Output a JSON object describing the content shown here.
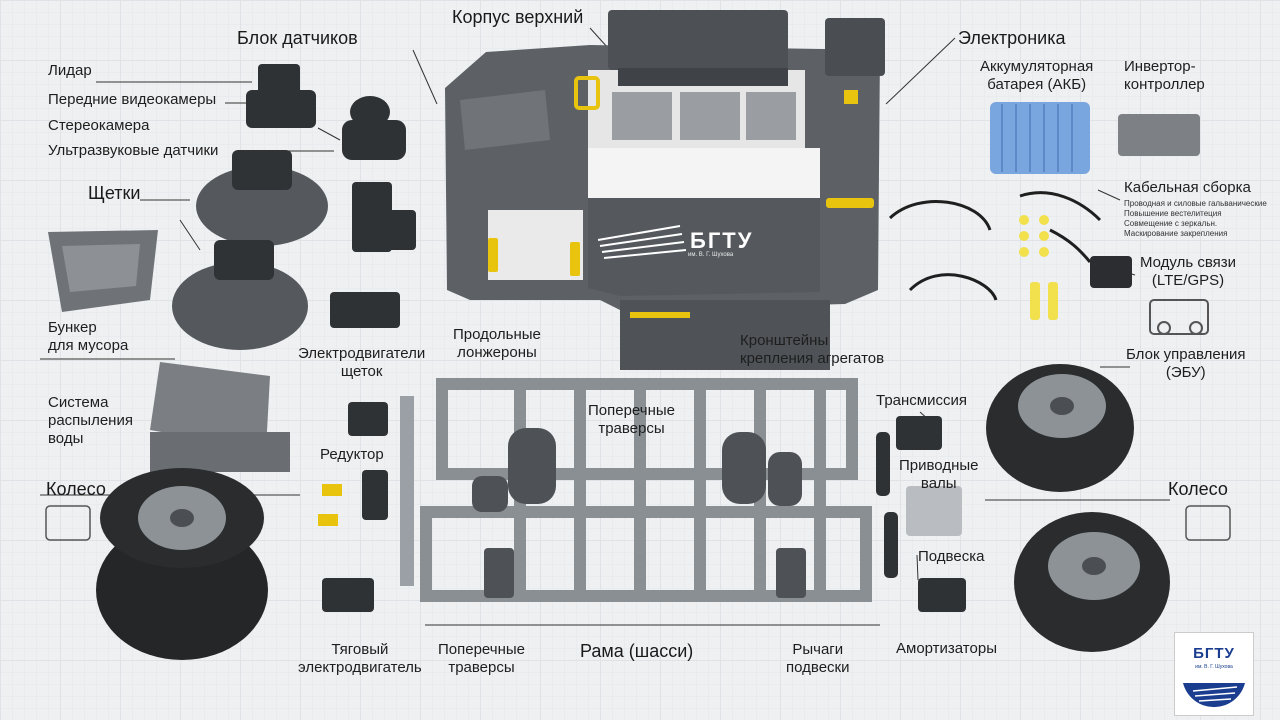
{
  "labels": {
    "korpus": "Корпус верхний",
    "blok_datchikov": "Блок датчиков",
    "elektronika": "Электроника",
    "lidar": "Лидар",
    "perednie": "Передние видеокамеры",
    "stereo": "Стереокамера",
    "ultra": "Ультразвуковые датчики",
    "shchetki": "Щетки",
    "bunker": [
      "Бункер",
      "для мусора"
    ],
    "sistema": [
      "Система",
      "распыления",
      "воды"
    ],
    "koleso_left": "Колесо",
    "koleso_right": "Колесо",
    "elektrodvig_shchetok": [
      "Электродвигатели",
      "щеток"
    ],
    "reduktor": "Редуктор",
    "tyagovy": [
      "Тяговый",
      "электродвигатель"
    ],
    "prodolnye": [
      "Продольные",
      "лонжероны"
    ],
    "kronshteyny": [
      "Кронштейны",
      "крепления агрегатов"
    ],
    "poperechnye_top": [
      "Поперечные",
      "траверсы"
    ],
    "poperechnye_bottom": [
      "Поперечные",
      "траверсы"
    ],
    "rama": "Рама (шасси)",
    "rychagi": [
      "Рычаги",
      "подвески"
    ],
    "akb": [
      "Аккумуляторная",
      "батарея (АКБ)"
    ],
    "invertor": [
      "Инвертор-",
      "контроллер"
    ],
    "kabel": "Кабельная сборка",
    "kabel_sub": [
      "Проводная и силовые гальванические",
      "Повышение вестелитеция",
      "Совмещение с зеркальн.",
      "Маскирование закрепления"
    ],
    "modul": [
      "Модуль связи",
      "(LTE/GPS)"
    ],
    "blok_upr": [
      "Блок управления",
      "(ЭБУ)"
    ],
    "transmissiya": "Трансмиссия",
    "privodnye": [
      "Приводные",
      "валы"
    ],
    "podveska": "Подвеска",
    "amortizatory": "Амортизаторы"
  },
  "brand": {
    "name": "БГТУ",
    "subtitle": "им. В. Г. Шухова",
    "logo_name": "БГТУ",
    "logo_subtitle": "им. В. Г. Шухова"
  },
  "colors": {
    "body_dark": "#5b5f63",
    "body_mid": "#7b8085",
    "body_white": "#f4f4f4",
    "accent_yellow": "#e8c40f",
    "battery_blue": "#7aa6e0",
    "frame": "#8a8f94",
    "logo_blue": "#1a3d8f"
  }
}
